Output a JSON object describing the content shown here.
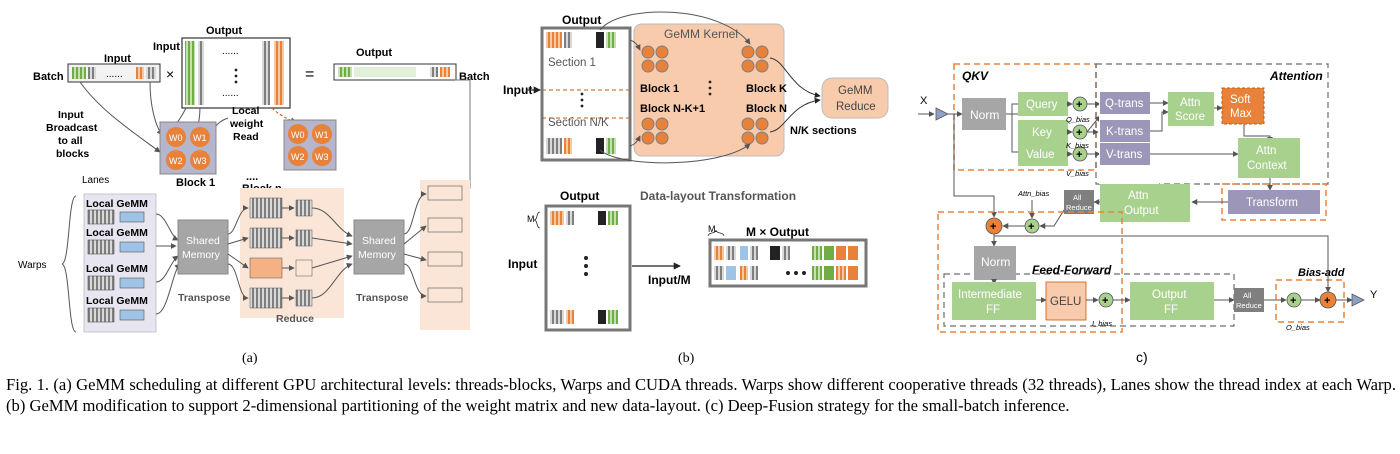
{
  "panel_a": {
    "input": "Input",
    "output": "Output",
    "output_right": "Output",
    "batch_left": "Batch",
    "batch_right": "Batch",
    "input_mid": "Input",
    "dots": "......",
    "broadcast": [
      "Input",
      "Broadcast",
      "to all",
      "blocks"
    ],
    "local_weight_read": [
      "Local",
      "weight",
      "Read"
    ],
    "weights": [
      "W0",
      "W1",
      "W2",
      "W3"
    ],
    "block1": "Block 1",
    "blockn": "Block n",
    "block_dots": "....",
    "lanes": "Lanes",
    "warps": "Warps",
    "local_gemm": [
      "Local GeMM",
      "Local GeMM",
      "Local GeMM",
      "Local GeMM"
    ],
    "shared_memory": [
      "Shared",
      "Memory"
    ],
    "transpose": "Transpose",
    "reduce": "Reduce",
    "caption_letter": "(a)"
  },
  "panel_b": {
    "output_top": "Output",
    "gemm_kernel": "GeMM Kernel",
    "input": "Input",
    "section1": "Section 1",
    "section_nk": "Section N/K",
    "block1": "Block 1",
    "blockk": "Block K",
    "blocknk1": "Block N-K+1",
    "blockn": "Block N",
    "gemm_reduce": [
      "GeMM",
      "Reduce"
    ],
    "nk_sections": "N/K sections",
    "dlt": "Data-layout Transformation",
    "output_bottom": "Output",
    "m_label": "M",
    "m_label2": "M",
    "input_bottom": "Input",
    "input_m": "Input/M",
    "m_output": "M × Output",
    "caption_letter": "(b)"
  },
  "panel_c": {
    "qkv": "QKV",
    "attention": "Attention",
    "x": "X",
    "y": "Y",
    "norm": "Norm",
    "query": "Query",
    "key": "Key",
    "value": "Value",
    "q_bias": "Q_bias",
    "k_bias": "K_bias",
    "v_bias": "V_bias",
    "q_trans": "Q-trans",
    "k_trans": "K-trans",
    "v_trans": "V-trans",
    "attn_score": [
      "Attn",
      "Score"
    ],
    "soft_max": [
      "Soft",
      "Max"
    ],
    "attn_context": [
      "Attn",
      "Context"
    ],
    "transform": "Transform",
    "attn_output": [
      "Attn",
      "Output"
    ],
    "all_reduce": [
      "All",
      "Reduce"
    ],
    "attn_bias": "Attn_bias",
    "norm2": "Norm",
    "feed_forward": "Feed-Forward",
    "intermediate_ff": [
      "Intermediate",
      "FF"
    ],
    "gelu": "GELU",
    "i_bias": "I_bias",
    "output_ff": [
      "Output",
      "FF"
    ],
    "all_reduce2": [
      "All",
      "Reduce"
    ],
    "bias_add": "Bias-add",
    "o_bias": "O_bias",
    "plus": "+",
    "caption_letter": "c)"
  },
  "caption": "Fig. 1.   (a) GeMM scheduling at different GPU architectural levels: threads-blocks, Warps and CUDA threads. Warps show different cooperative threads (32 threads), Lanes show the thread index at each Warp. (b) GeMM modification to support 2-dimensional partitioning of the weight matrix and new data-layout. (c) Deep-Fusion strategy for the small-batch inference.",
  "colors": {
    "orange": "#e8823a",
    "peach": "#f5c9a8",
    "green": "#a9d18e",
    "grey": "#a6a6a6",
    "purple_grey": "#9c97b8",
    "blue_grey": "#8fa0c4",
    "dashed_orange": "#e8823a",
    "dashed_grey": "#6d6d6d"
  }
}
